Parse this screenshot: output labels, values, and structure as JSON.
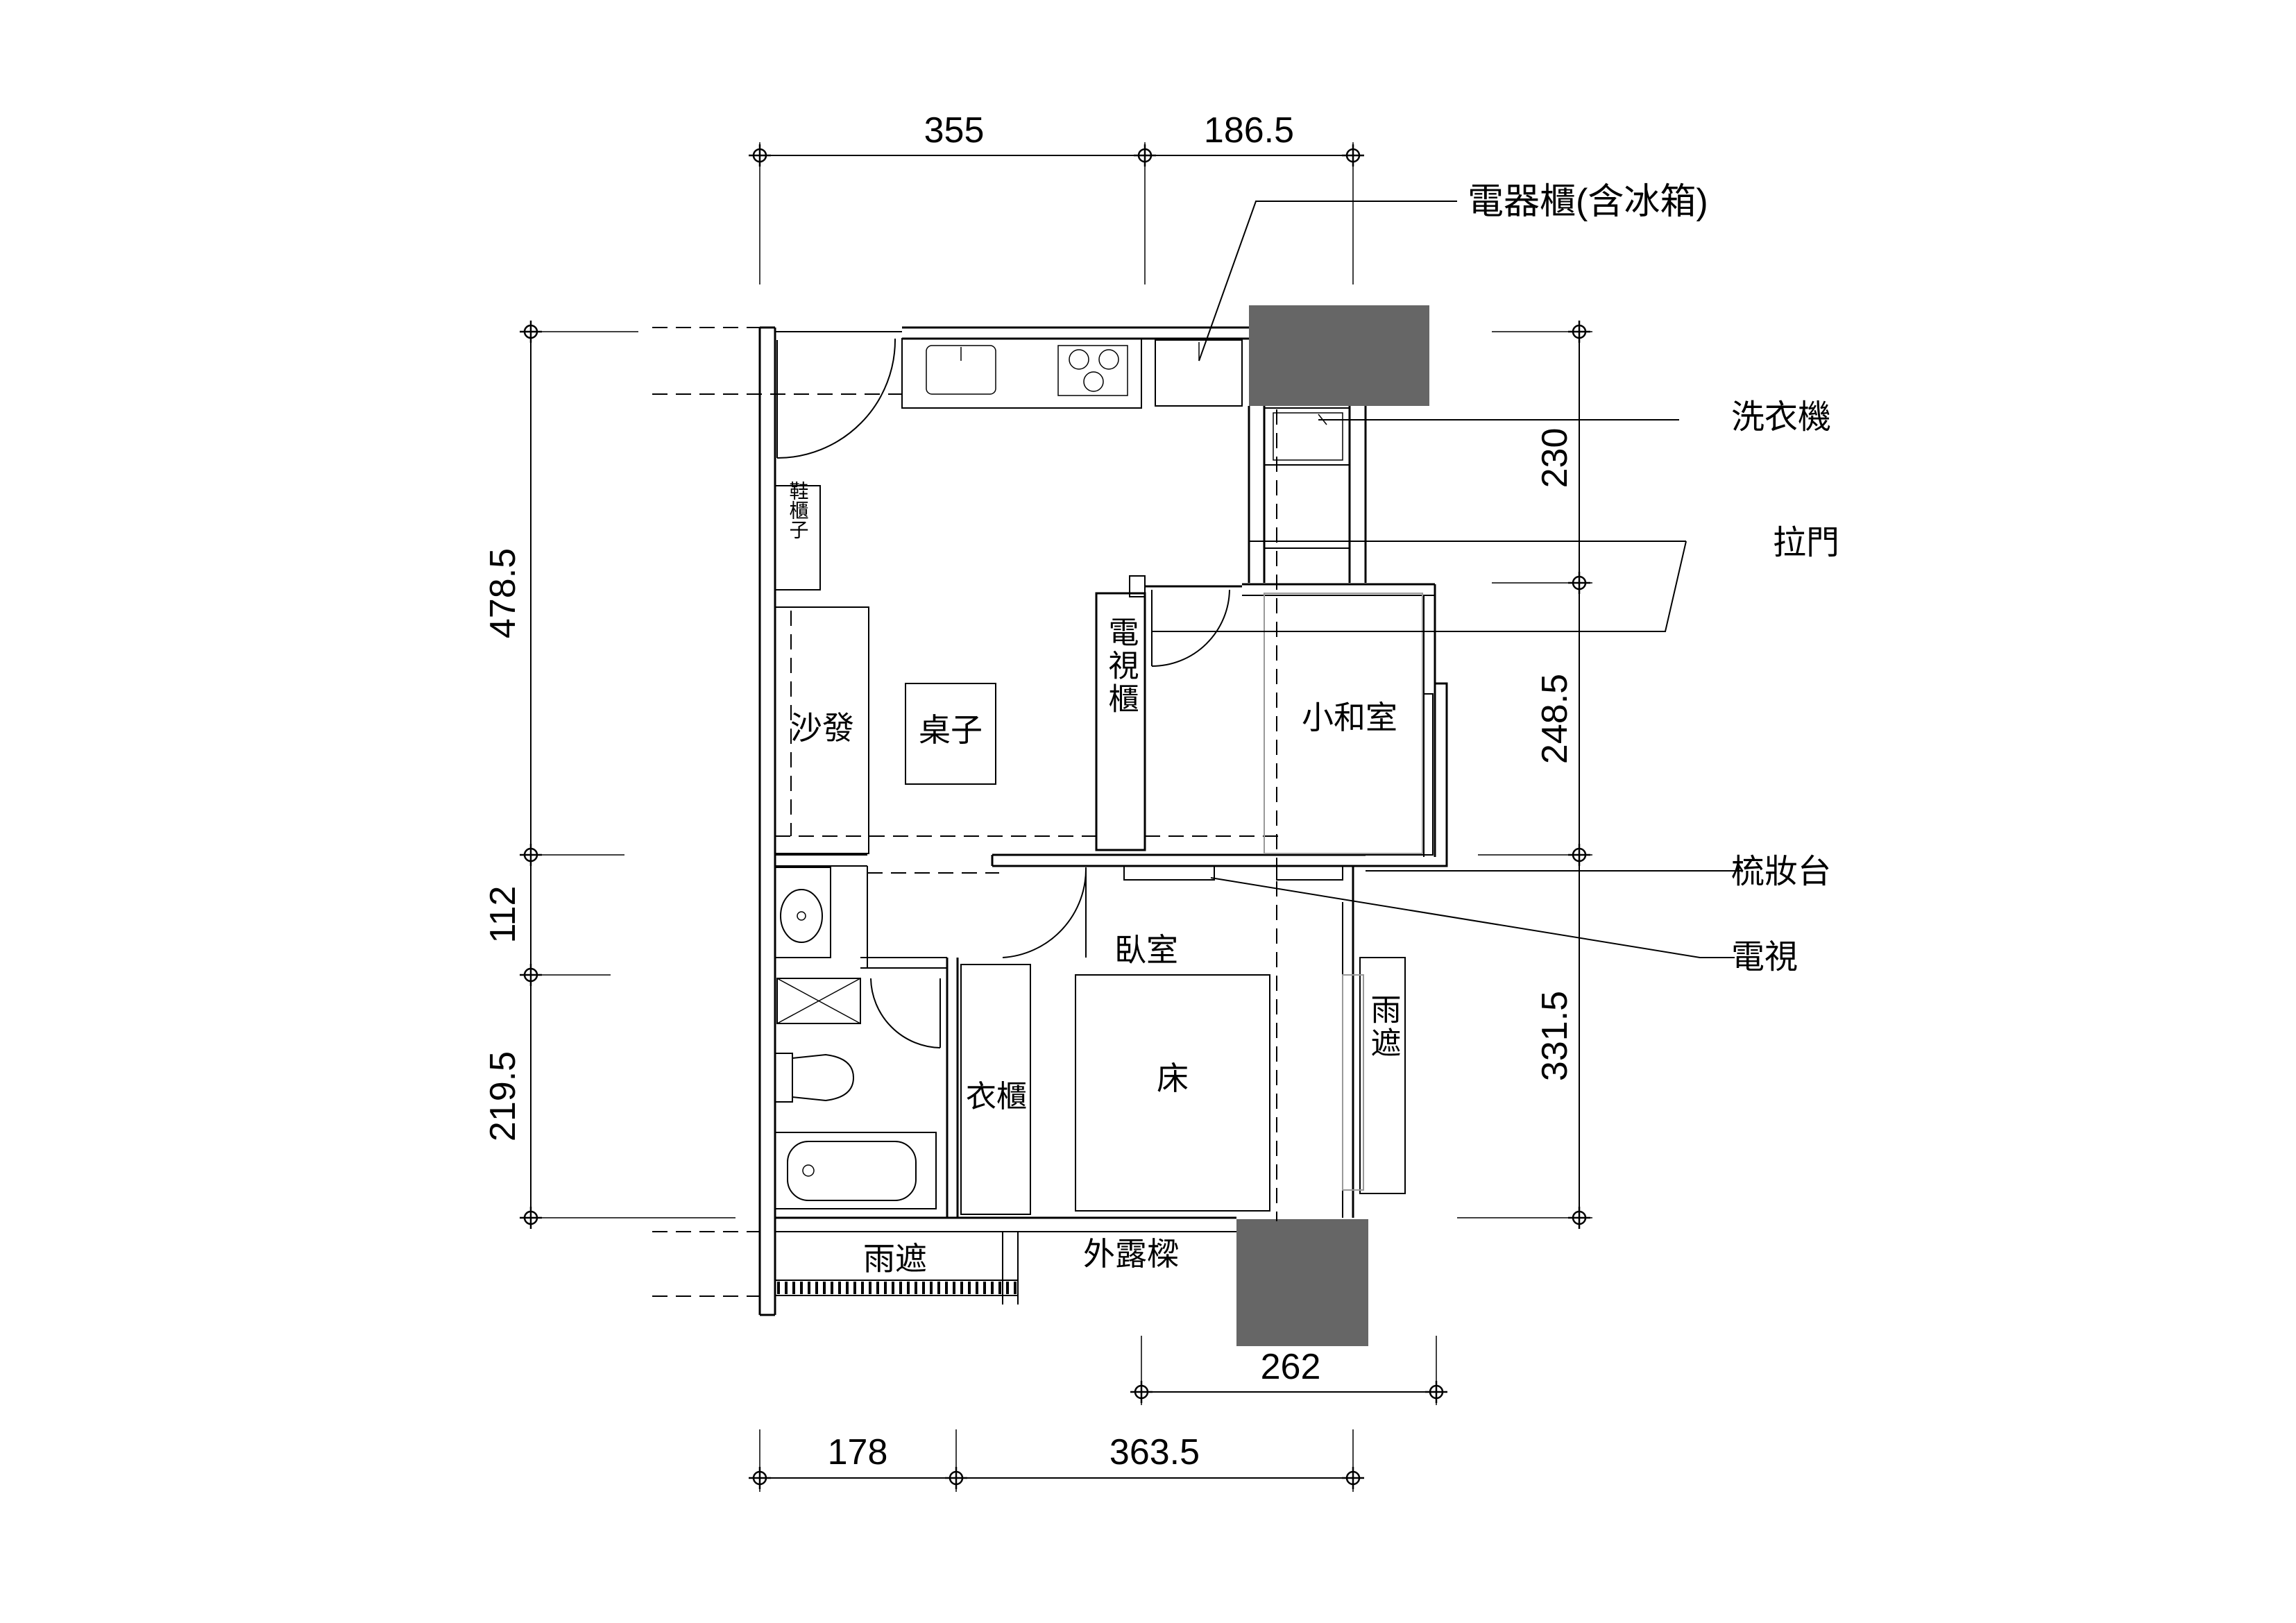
{
  "dimensions": {
    "top": [
      "355",
      "186.5"
    ],
    "left": [
      "478.5",
      "112",
      "219.5"
    ],
    "right": [
      "230",
      "248.5",
      "331.5"
    ],
    "bottom_upper": "262",
    "bottom_lower": [
      "178",
      "363.5"
    ]
  },
  "callouts": {
    "appliance_cabinet": "電器櫃(含冰箱)",
    "washer": "洗衣機",
    "sliding_door": "拉門",
    "vanity": "梳妝台",
    "tv": "電視"
  },
  "rooms": {
    "sofa": "沙發",
    "table": "桌子",
    "tv_cabinet": "電視櫃",
    "shoe_cabinet": "鞋櫃子",
    "tatami_room": "小和室",
    "bedroom": "臥室",
    "wardrobe": "衣櫃",
    "bed": "床",
    "canopy_right": "雨遮",
    "canopy_bottom": "雨遮",
    "exposed_beam": "外露樑"
  },
  "colors": {
    "line": "#000000",
    "column_fill": "#666666",
    "background": "#ffffff"
  }
}
